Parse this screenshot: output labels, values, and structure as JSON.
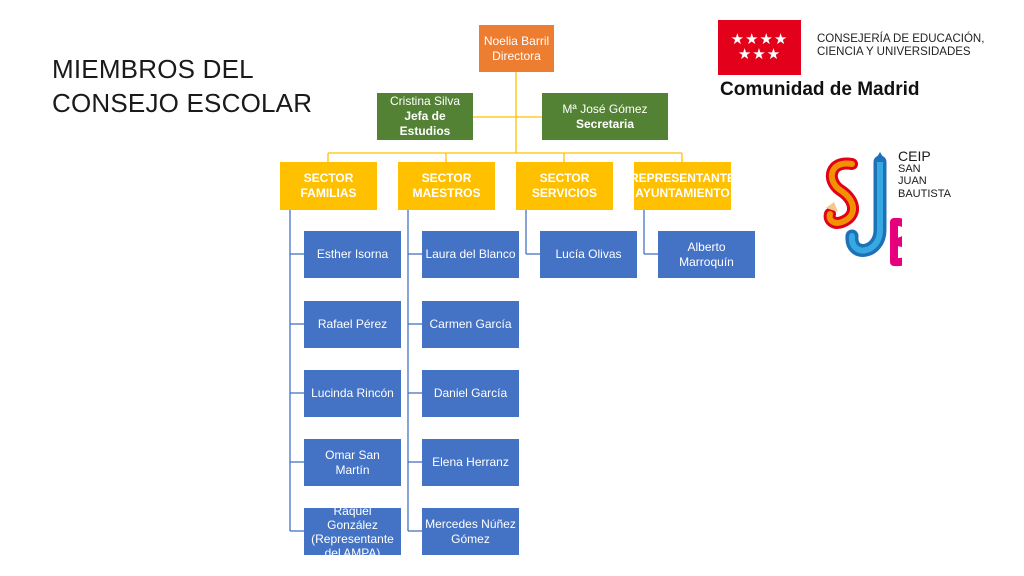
{
  "title": [
    "MIEMBROS DEL",
    "CONSEJO ESCOLAR"
  ],
  "director": {
    "name": "Noelia Barril",
    "role": "Directora"
  },
  "jefa": {
    "name": "Cristina Silva",
    "role": "Jefa de Estudios"
  },
  "secretaria": {
    "name": "Mª José Gómez",
    "role": "Secretaria"
  },
  "sectors": [
    {
      "line1": "SECTOR",
      "line2": "FAMILIAS"
    },
    {
      "line1": "SECTOR",
      "line2": "MAESTROS"
    },
    {
      "line1": "SECTOR",
      "line2": "SERVICIOS"
    },
    {
      "line1": "REPRESENTANTE",
      "line2": "AYUNTAMIENTO"
    }
  ],
  "familias": [
    "Esther Isorna",
    "Rafael Pérez",
    "Lucinda Rincón",
    "Omar San Martín",
    "Raquel González (Representante del AMPA)"
  ],
  "maestros": [
    "Laura del Blanco",
    "Carmen García",
    "Daniel García",
    "Elena Herranz",
    "Mercedes Núñez Gómez"
  ],
  "servicios": [
    "Lucía Olivas"
  ],
  "ayuntamiento": [
    "Alberto Marroquín"
  ],
  "logo_madrid": {
    "flag_stars": "★★★★ ★★★",
    "dept_line1": "CONSEJERÍA DE EDUCACIÓN,",
    "dept_line2": "CIENCIA Y UNIVERSIDADES",
    "name": "Comunidad de Madrid"
  },
  "logo_ceip": {
    "line1": "CEIP",
    "line2": "SAN",
    "line3": "JUAN",
    "line4": "BAUTISTA"
  },
  "colors": {
    "orange": "#ed7d31",
    "green": "#548235",
    "gold": "#ffc000",
    "blue": "#4472c4",
    "red": "#e2001a"
  }
}
